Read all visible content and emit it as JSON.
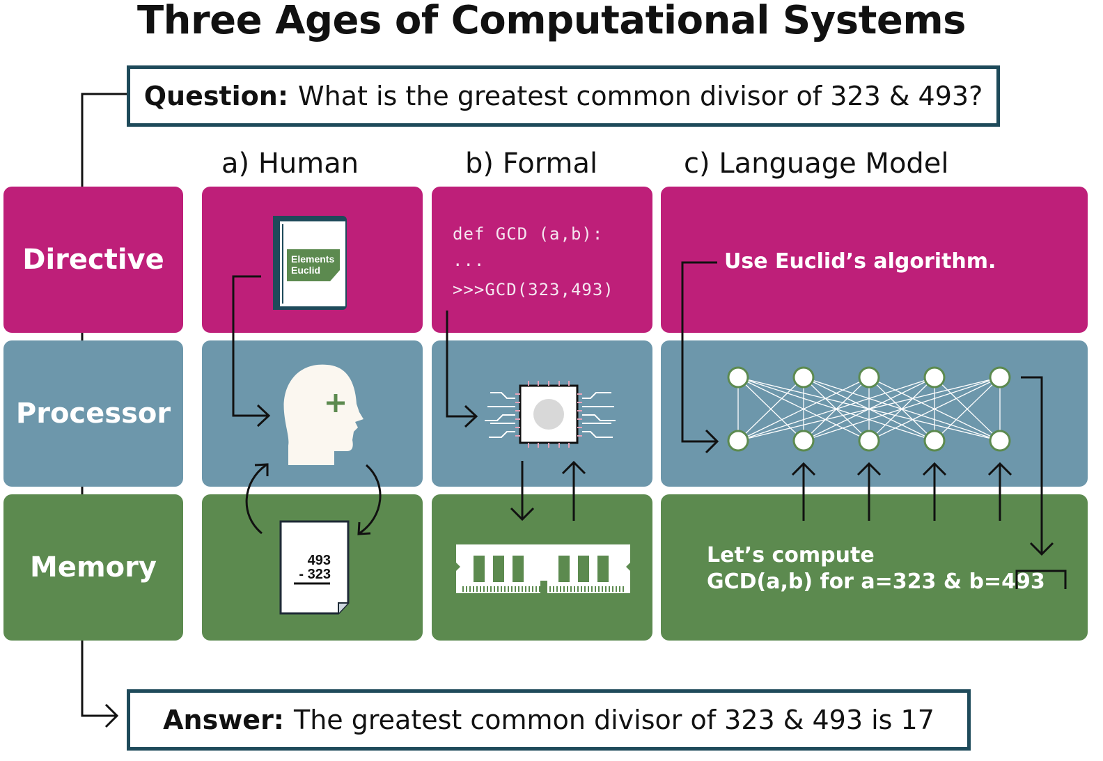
{
  "title": "Three Ages of Computational Systems",
  "question": {
    "label": "Question:",
    "text": "What is the greatest common divisor of 323 & 493?"
  },
  "answer": {
    "label": "Answer:",
    "text": "The greatest common divisor of 323 & 493 is 17"
  },
  "rows": {
    "directive": "Directive",
    "processor": "Processor",
    "memory": "Memory"
  },
  "columns": {
    "human": "a) Human",
    "formal": "b) Formal",
    "lm": "c) Language Model"
  },
  "human": {
    "book_line1": "Elements",
    "book_line2": "Euclid",
    "paper_line1": "493",
    "paper_line2": "- 323"
  },
  "formal": {
    "code_line1": "def GCD (a,b):",
    "code_line2": "...",
    "code_line3": ">>>GCD(323,493)"
  },
  "lm": {
    "directive": "Use Euclid’s algorithm.",
    "memory_line1": "Let’s compute",
    "memory_line2": "GCD(a,b) for a=323 & b=493"
  },
  "colors": {
    "directive": "#be1f79",
    "processor": "#6d97ab",
    "memory": "#5c8a4f",
    "frame": "#1e4a5a"
  }
}
